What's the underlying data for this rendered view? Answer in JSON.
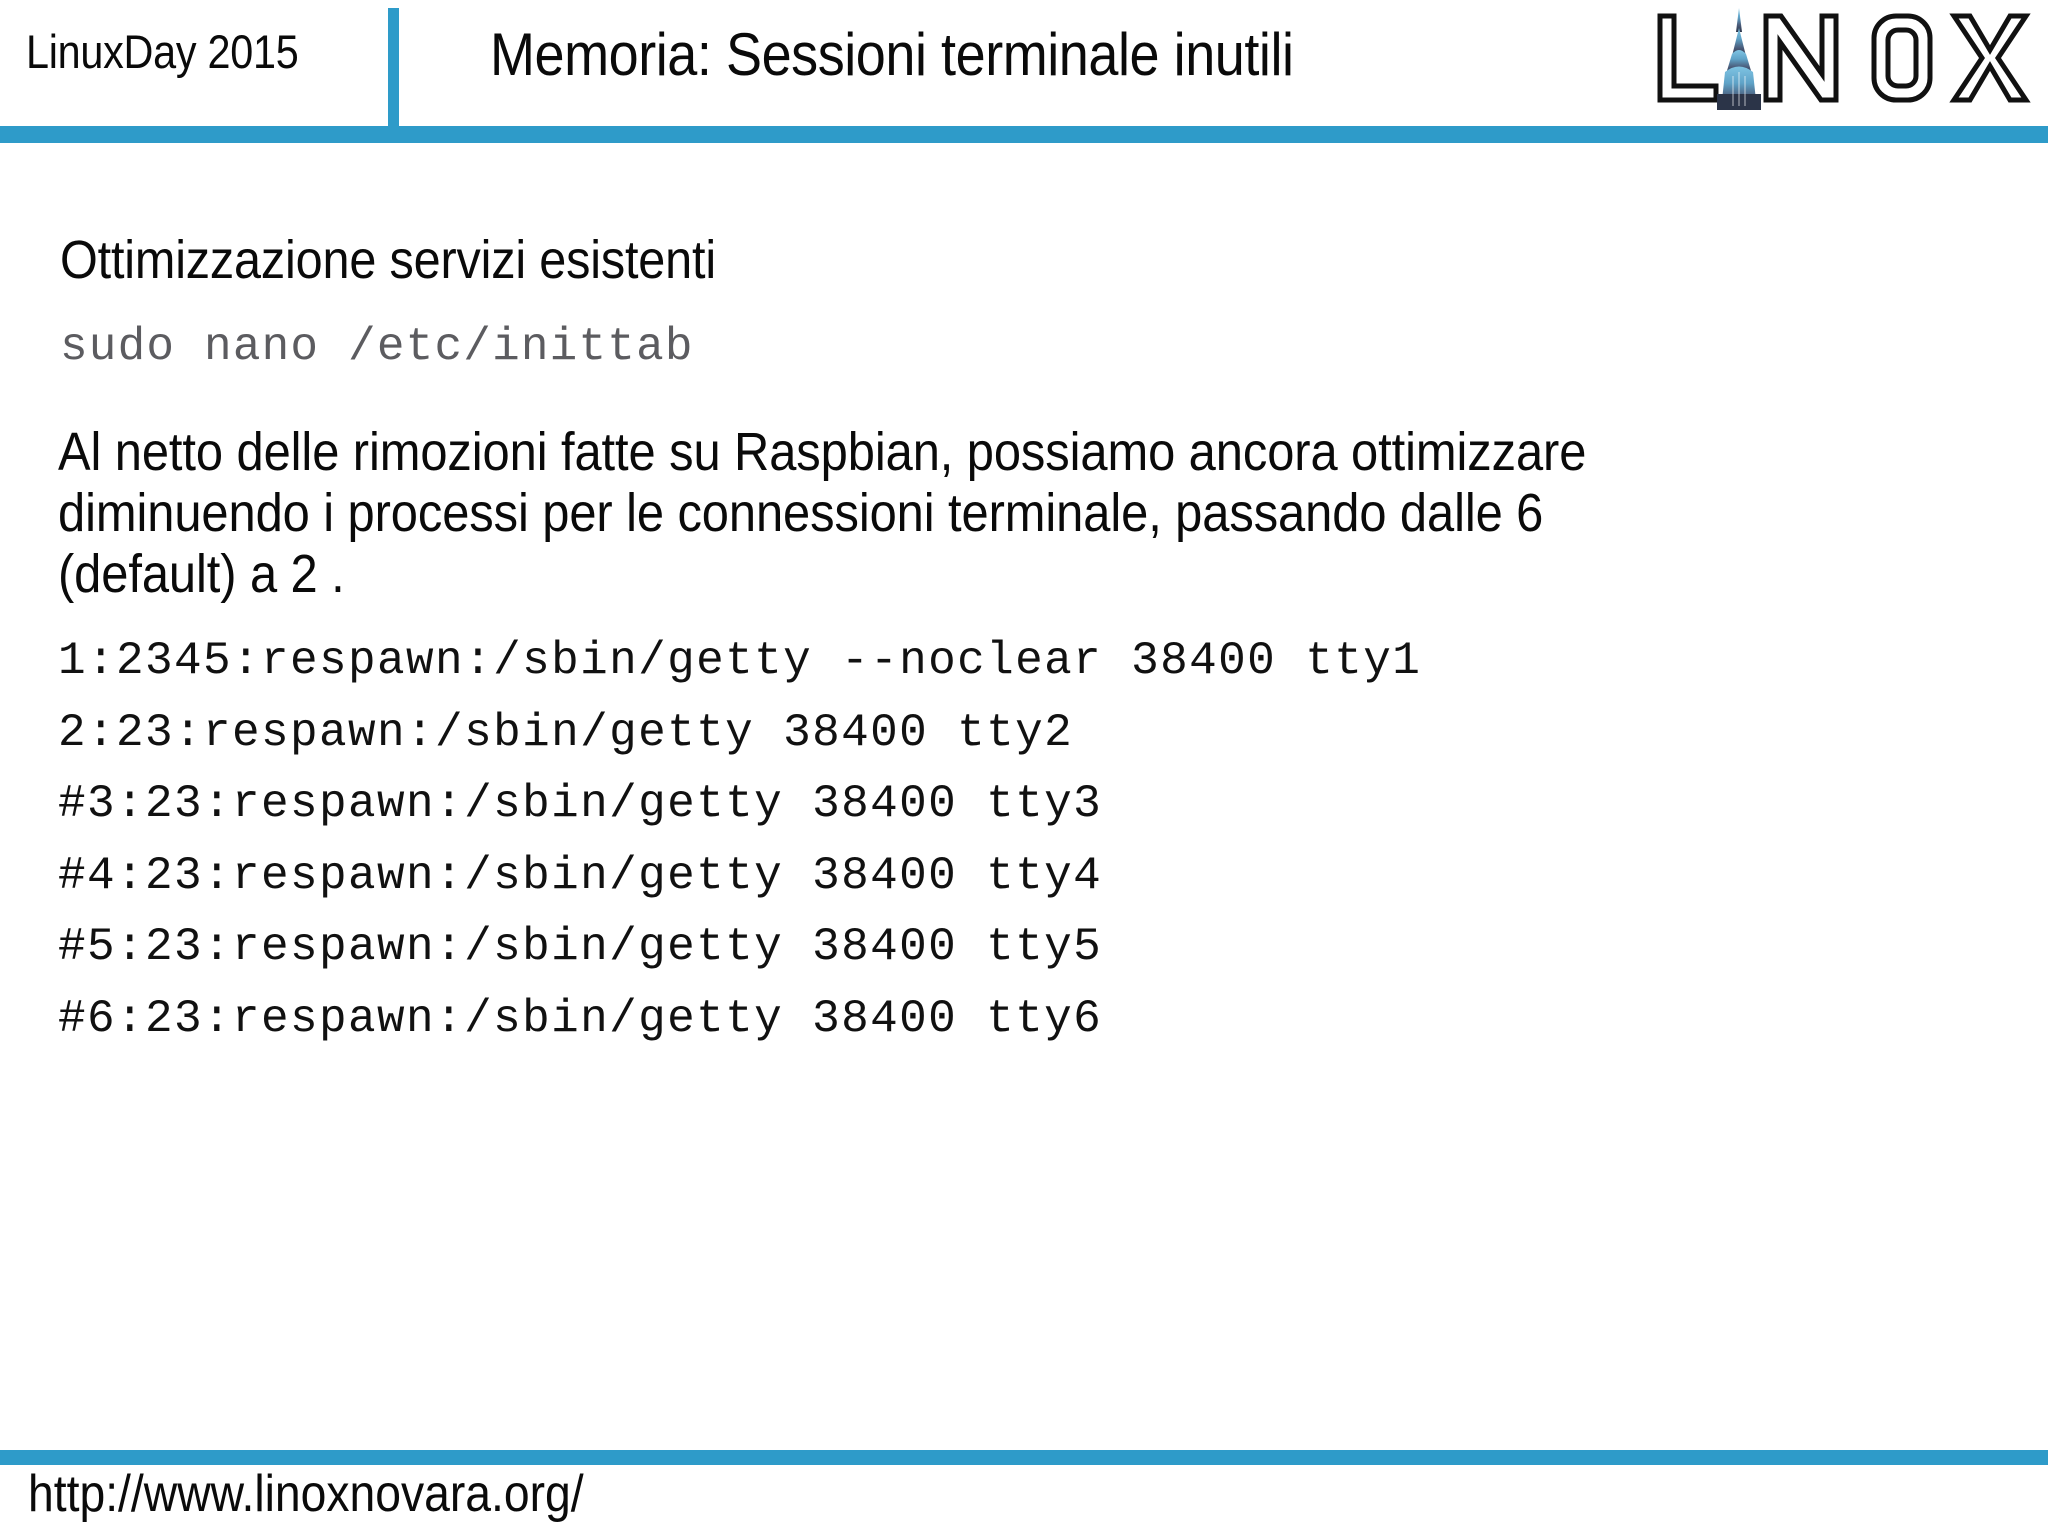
{
  "header": {
    "event_name": "LinuxDay 2015",
    "slide_title": "Memoria: Sessioni terminale inutili",
    "accent_color": "#2e9bc9",
    "logo_text": "LINOX",
    "logo_icon": "skyscraper-spire-icon"
  },
  "body": {
    "heading": "Ottimizzazione servizi esistenti",
    "command": "sudo nano /etc/inittab",
    "paragraph_lines": [
      "Al netto delle rimozioni fatte su Raspbian, possiamo ancora ottimizzare",
      "diminuendo i processi per le connessioni terminale, passando dalle 6",
      "(default) a 2 ."
    ],
    "code_lines": [
      "1:2345:respawn:/sbin/getty --noclear 38400 tty1",
      "2:23:respawn:/sbin/getty 38400 tty2",
      "#3:23:respawn:/sbin/getty 38400 tty3",
      "#4:23:respawn:/sbin/getty 38400 tty4",
      "#5:23:respawn:/sbin/getty 38400 tty5",
      "#6:23:respawn:/sbin/getty 38400 tty6"
    ]
  },
  "footer": {
    "url": "http://www.linoxnovara.org/"
  }
}
